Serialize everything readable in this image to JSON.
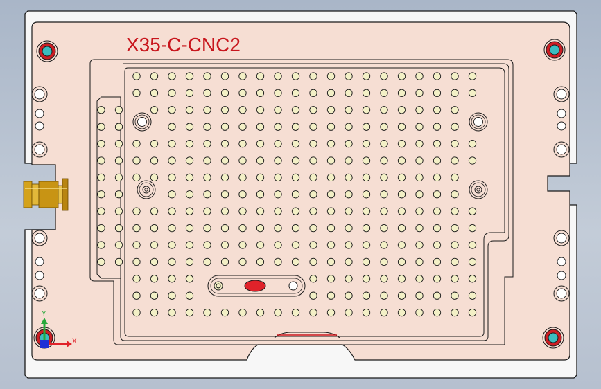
{
  "part": {
    "label": "X35-C-CNC2",
    "label_color": "#c8161d",
    "plate_color": "#f6ded3",
    "frame_color": "#f7f7f7",
    "outline_color": "#1a1a1a",
    "hole_fill": "#f3f0c6",
    "mount_hole_ring": "#cc1e24",
    "mount_hole_center": "#3bbcbf",
    "brass_fitting_color": "#d4a21a"
  },
  "triad": {
    "x_label": "X",
    "y_label": "Y",
    "x_color": "#e0222a",
    "y_color": "#27a83a",
    "z_color": "#1e2fd6"
  },
  "icons": [
    "coordinate-triad-icon",
    "brass-fitting-icon"
  ]
}
